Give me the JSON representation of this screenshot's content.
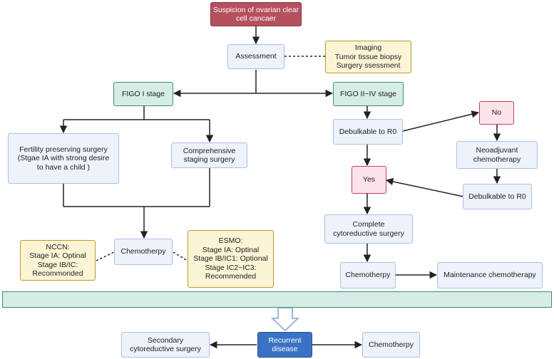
{
  "nodes": {
    "suspicion": "Suspicion of ovarian clear\ncell cancaer",
    "assessment": "Assessment",
    "imaging": "Imaging\nTumor tissue biopsy\nSurgery ssessment",
    "figo1": "FIGO I stage",
    "figo2": "FIGO II~IV stage",
    "fertility": "Fertility preserving surgery\n(Stgae IA with strong desire\nto have a child )",
    "comprehensive": "Comprehensive\nstaging surgery",
    "chemo_left": "Chemotherpy",
    "nccn": "NCCN:\nStage IA: Optinal\nStage IB/IC:\nRecommonded",
    "esmo": "ESMO:\nStage IA: Optinal\nStage IB/IC1: Optional\nStage IC2~IC3:\nRecommended",
    "debulk1": "Debulkable to R0",
    "no": "No",
    "neoadj": "Neoadjuvant\nchemotherapy",
    "debulk2": "Debulkable to R0",
    "yes": "Yes",
    "complete": "Complete\ncytoreductive surgery",
    "chemo_right": "Chemotherpy",
    "maintenance": "Maintenance chemotherapy",
    "recurrent": "Recurrent\ndisease",
    "secondary": "Secondary\ncytoreductive surgery",
    "chemo_bottom": "Chemotherpy"
  },
  "colors": {
    "line": "#222222",
    "light_blue": "#edf2fb",
    "teal": "#d5ede6",
    "dark_red": "#b5505e",
    "pink": "#fbe3e9",
    "yellow": "#fbf4d5",
    "navy": "#3a73c4"
  }
}
